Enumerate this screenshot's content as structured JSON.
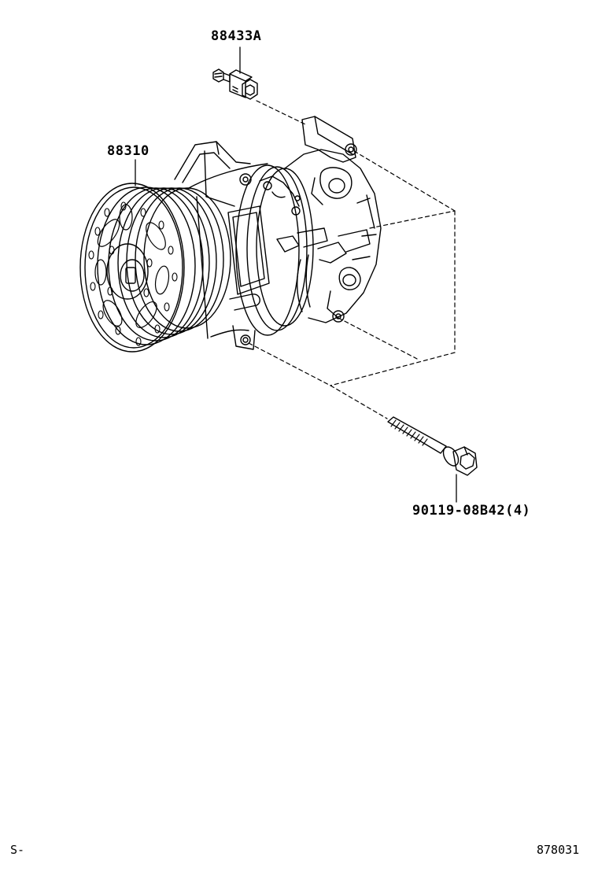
{
  "parts": {
    "pressure_switch": "88433A",
    "compressor": "88310",
    "bolt": "90119-08B42(4)"
  },
  "footer": {
    "left_code": "S-",
    "illustration_number": "878031"
  },
  "colors": {
    "line": "#000000",
    "background": "#ffffff"
  }
}
